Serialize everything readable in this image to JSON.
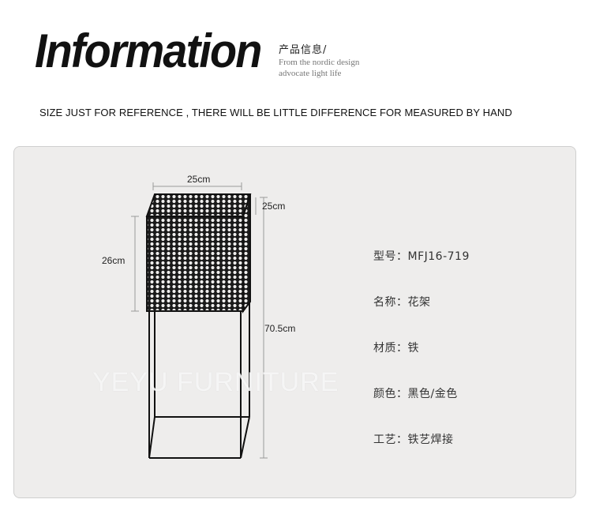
{
  "header": {
    "title": "Information",
    "subtitle_cn": "产品信息/",
    "subtitle_en_line1": "From the nordic design",
    "subtitle_en_line2": "advocate light life"
  },
  "notice": "SIZE JUST FOR REFERENCE , THERE WILL BE LITTLE DIFFERENCE FOR MEASURED BY HAND",
  "dimensions": {
    "width": "25cm",
    "depth": "25cm",
    "basket_height": "26cm",
    "total_height": "70.5cm"
  },
  "watermark": "YEYU FURNITURE",
  "specs": [
    {
      "label": "型号：",
      "value": "MFJ16-719"
    },
    {
      "label": "名称：",
      "value": "花架"
    },
    {
      "label": "材质：",
      "value": "铁"
    },
    {
      "label": "颜色：",
      "value": "黑色/金色"
    },
    {
      "label": "工艺：",
      "value": "铁艺焊接"
    }
  ],
  "colors": {
    "panel_bg": "#eeedec",
    "frame": "#111111"
  }
}
